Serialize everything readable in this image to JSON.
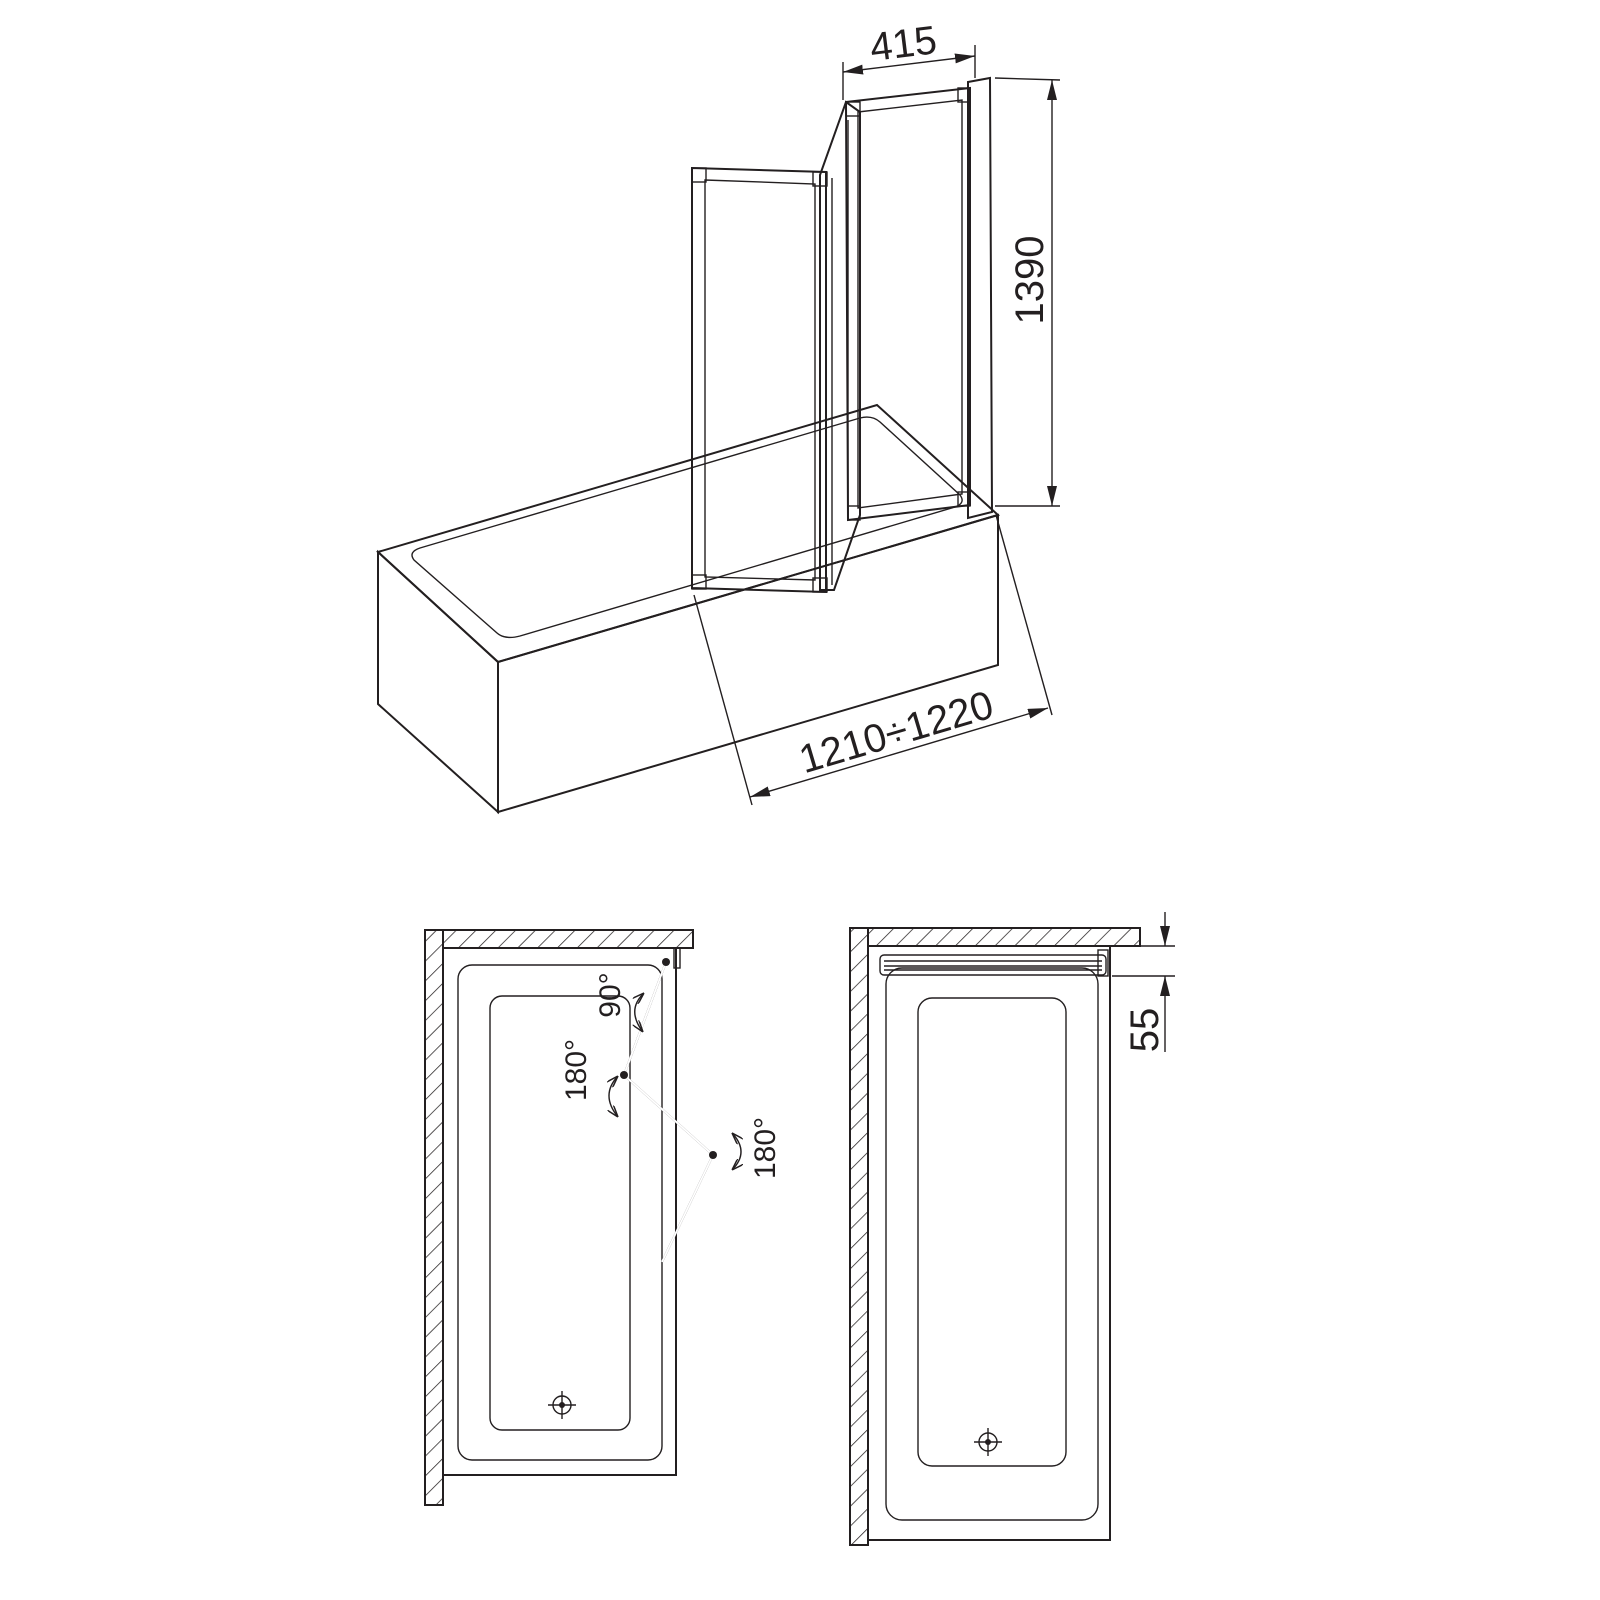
{
  "diagram": {
    "title": "Folding bath screen technical drawing",
    "dimensions": {
      "panel_width": "415",
      "height": "1390",
      "fold_width": "1210÷1220",
      "profile_depth": "55"
    },
    "angles": {
      "wall_hinge": "90°",
      "middle_hinge": "180°",
      "outer_hinge": "180°"
    },
    "colors": {
      "line": "#231f20",
      "background": "#ffffff"
    }
  }
}
